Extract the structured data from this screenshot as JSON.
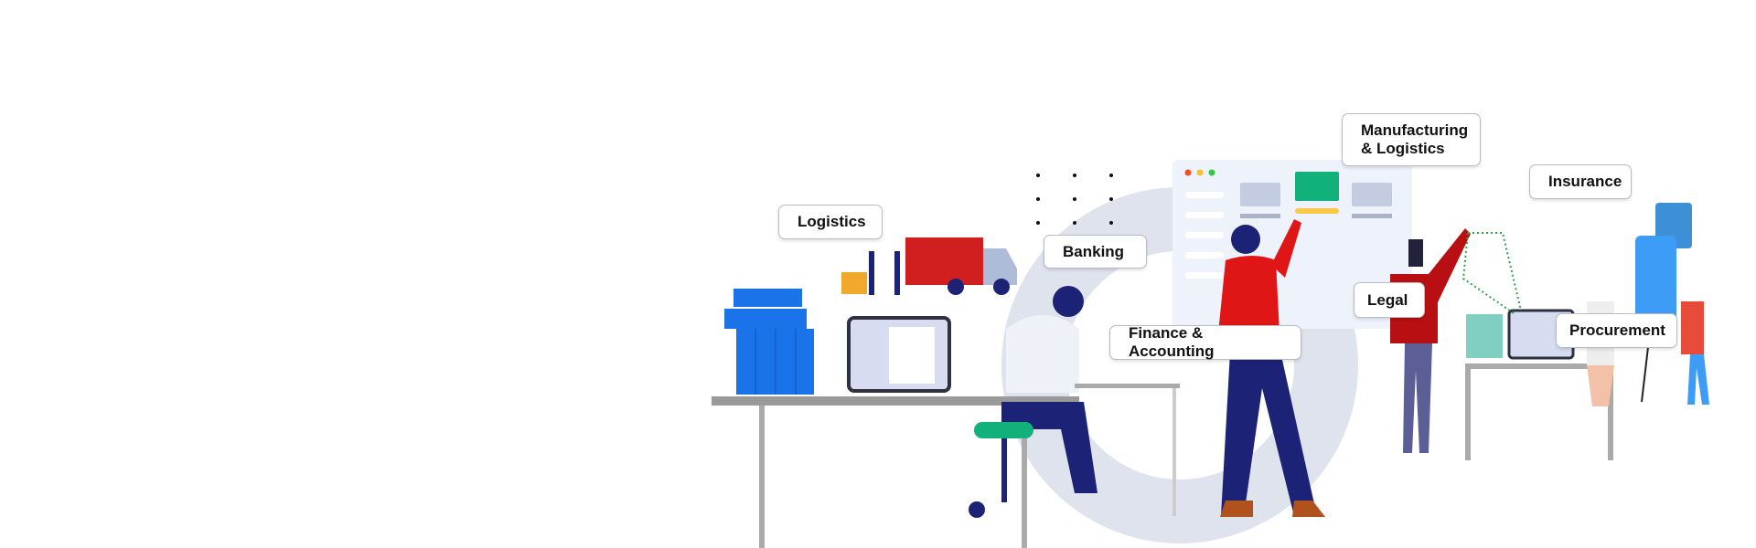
{
  "labels": {
    "logistics": "Logistics",
    "banking": "Banking",
    "manufacturing_line1": "Manufacturing",
    "manufacturing_line2": "& Logistics",
    "insurance": "Insurance",
    "finance": "Finance & Accounting",
    "legal": "Legal",
    "procurement": "Procurement"
  },
  "colors": {
    "accent_red": "#e01515",
    "folder_green": "#12b07a",
    "binder_blue": "#1a73e8",
    "navy": "#1c2377",
    "ring": "#dfe3ee"
  }
}
